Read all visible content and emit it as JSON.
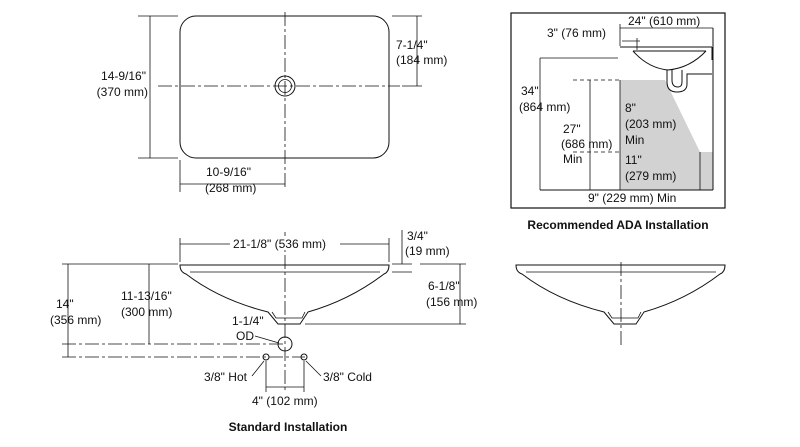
{
  "top_view": {
    "height_in": "14-9/16\"",
    "height_mm": "(370 mm)",
    "drain_offset_in": "7-1/4\"",
    "drain_offset_mm": "(184 mm)",
    "half_width_in": "10-9/16\"",
    "half_width_mm": "(268 mm)"
  },
  "ada": {
    "width": "24\" (610 mm)",
    "offset": "3\" (76 mm)",
    "rim_height_in": "34\"",
    "rim_height_mm": "(864 mm)",
    "knee_height_in": "27\"",
    "knee_height_mm": "(686 mm)",
    "knee_height_min": "Min",
    "knee_depth_in": "8\"",
    "knee_depth_mm": "(203 mm)",
    "knee_depth_min": "Min",
    "toe_depth_in": "11\"",
    "toe_depth_mm": "(279 mm)",
    "toe_clearance": "9\" (229 mm) Min",
    "caption": "Recommended ADA Installation"
  },
  "standard": {
    "width": "21-1/8\" (536 mm)",
    "rim_in": "3/4\"",
    "rim_mm": "(19 mm)",
    "bowl_depth_in": "6-1/8\"",
    "bowl_depth_mm": "(156 mm)",
    "total_height_in": "14\"",
    "total_height_mm": "(356 mm)",
    "drain_height_in": "11-13/16\"",
    "drain_height_mm": "(300 mm)",
    "drain_size": "1-1/4\"",
    "drain_od": "OD",
    "hot": "3/8\" Hot",
    "cold": "3/8\" Cold",
    "supply_spacing": "4\" (102 mm)",
    "caption": "Standard Installation"
  }
}
